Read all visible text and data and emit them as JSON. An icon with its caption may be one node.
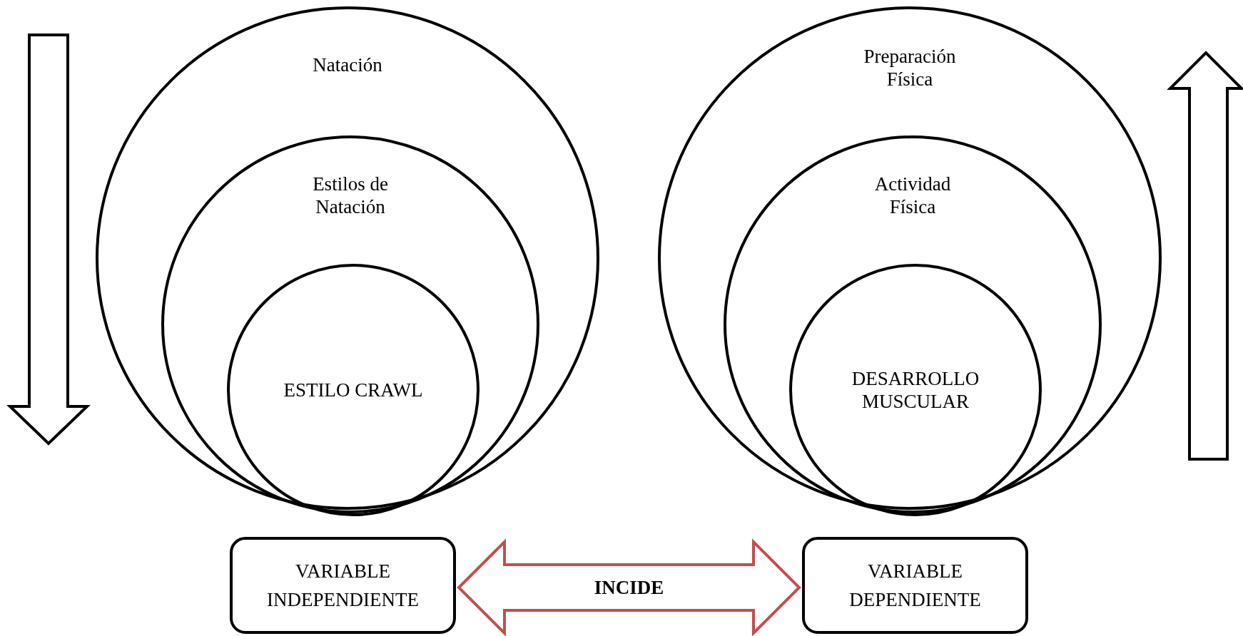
{
  "diagram": {
    "nodes": [
      {
        "text": [
          "Natación"
        ]
      },
      {
        "text": [
          "Estilos de Natación"
        ],
        "in": 0
      },
      {
        "text": [
          "ESTILO CRAWL"
        ],
        "in": 1
      },
      {
        "text": [
          "Preparación Física"
        ]
      },
      {
        "text": [
          "Actividad Física"
        ],
        "in": 3
      },
      {
        "text": [
          "DESARROLLO MUSCULAR"
        ],
        "in": 4
      },
      {
        "text": [
          "VARIABLE INDEPENDIENTE"
        ]
      },
      {
        "text": [
          "VARIABLE DEPENDIENTE"
        ]
      }
    ],
    "edges": [
      {
        "from": 6,
        "to": 7,
        "arrow": "both",
        "label": "INCIDE",
        "color": "#c0504d"
      }
    ]
  }
}
